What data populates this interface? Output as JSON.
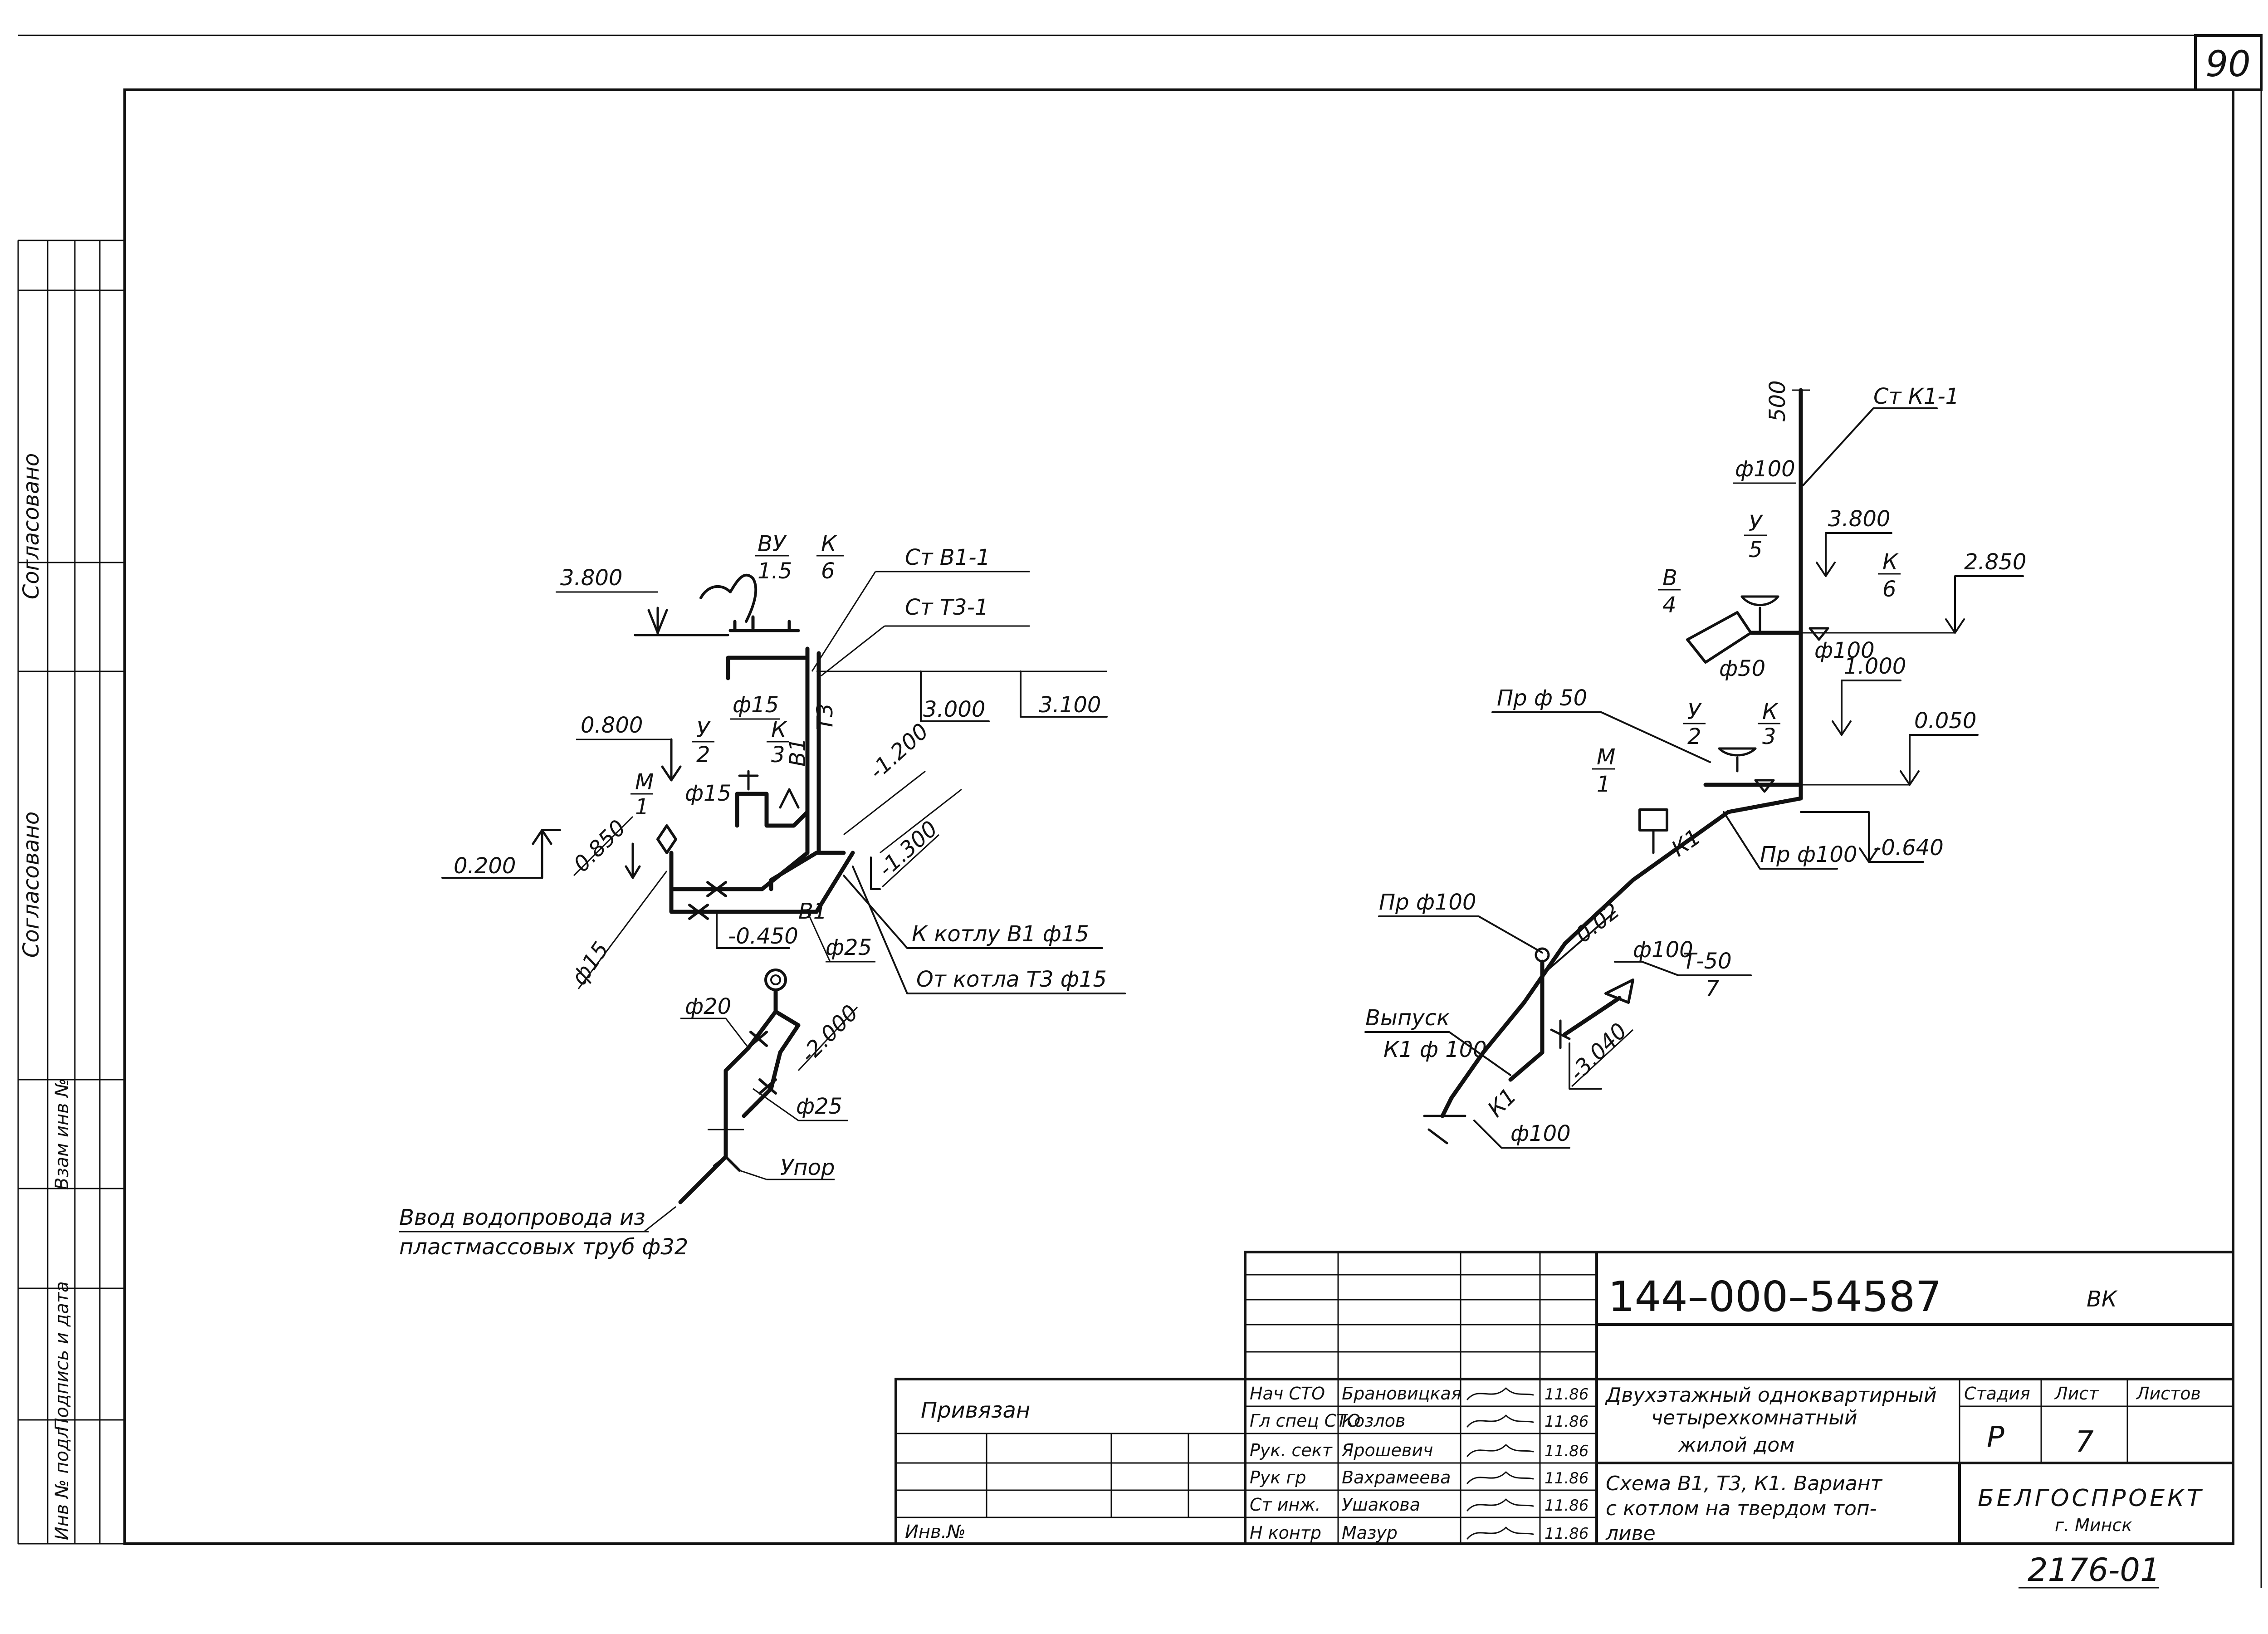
{
  "sheet": {
    "page_number": "90",
    "bottom_code": "2176-01"
  },
  "left_margin": {
    "agreed_1": "Согласовано",
    "agreed_2": "Согласовано",
    "inv_no_orig": "Инв № подл",
    "sign_date": "Подпись и дата",
    "replace_inv": "Взам инв №"
  },
  "left_scheme": {
    "labels": {
      "vu": "ВУ",
      "vu_sub": "1.5",
      "k6": "К",
      "k6_sub": "6",
      "level_3800": "3.800",
      "st_v1": "Ст В1-1",
      "st_t3": "Ст Т3-1",
      "level_3000": "3.000",
      "level_3100": "3.100",
      "d15_top": "ф15",
      "u2": "У",
      "u2_sub": "2",
      "k3": "К",
      "k3_sub": "3",
      "level_0800": "0.800",
      "m1": "М",
      "m1_sub": "1",
      "d15_mid": "ф15",
      "b1_v": "В1",
      "t3_v": "Т3",
      "level_m1200": "-1.200",
      "level_m1300": "-1.300",
      "level_0200": "0.200",
      "level_0850": "0.850",
      "d15_left": "ф15",
      "level_m0450": "-0.450",
      "b1_h": "В1",
      "d25_top": "ф25",
      "to_boiler": "К котлу В1 ф15",
      "from_boiler": "От котла Т3 ф15",
      "d20": "ф20",
      "level_m2000": "-2.000",
      "d25_bot": "ф25",
      "stop": "Упор",
      "inlet_line1": "Ввод водопровода из",
      "inlet_line2": "пластмассовых труб ф32"
    }
  },
  "right_scheme": {
    "labels": {
      "st_k1": "Ст К1-1",
      "d100_top": "ф100",
      "dim_500": "500",
      "u5": "У",
      "u5_sub": "5",
      "level_3800": "3.800",
      "b4": "В",
      "b4_sub": "4",
      "k6": "К",
      "k6_sub": "6",
      "level_2850": "2.850",
      "d100_mid": "ф100",
      "d50": "ф50",
      "level_1000": "1.000",
      "pr_d50": "Пр ф 50",
      "u2": "У",
      "u2_sub": "2",
      "k3": "К",
      "k3_sub": "3",
      "level_0050": "0.050",
      "m1": "М",
      "m1_sub": "1",
      "pr_d100_r": "Пр ф100",
      "level_m0640": "-0.640",
      "k1_a": "К1",
      "slope": "0.02",
      "pr_d100_l": "Пр ф100",
      "d100_t50": "ф100",
      "t50": "Т-50",
      "t50_sub": "7",
      "outlet_1": "Выпуск",
      "outlet_2": "К1 ф 100",
      "level_m3040": "-3.040",
      "k1_b": "К1",
      "d100_bot": "ф100"
    }
  },
  "title_block": {
    "doc_code": "144–000–54587",
    "section": "ВК",
    "linked": "Привязан",
    "inv_no": "Инв.№",
    "roles": [
      "Нач СТО",
      "Гл спец СТО",
      "Рук. сект",
      "Рук гр",
      "Ст инж.",
      "Н контр"
    ],
    "names": [
      "Брановицкая",
      "Козлов",
      "Ярошевич",
      "Вахрамеева",
      "Ушакова",
      "Мазур"
    ],
    "dates": [
      "11.86",
      "11.86",
      "11.86",
      "11.86",
      "11.86",
      "11.86"
    ],
    "object_title": [
      "Двухэтажный одноквартирный",
      "четырехкомнатный",
      "жилой дом"
    ],
    "sheet_title": [
      "Схема В1, Т3, К1. Вариант",
      "с котлом на твердом топ-",
      "ливе"
    ],
    "stage_h": "Стадия",
    "sheet_h": "Лист",
    "sheets_h": "Листов",
    "stage": "Р",
    "sheet_no": "7",
    "org_1": "БЕЛГОСПРОЕКТ",
    "org_2": "г. Минск"
  }
}
